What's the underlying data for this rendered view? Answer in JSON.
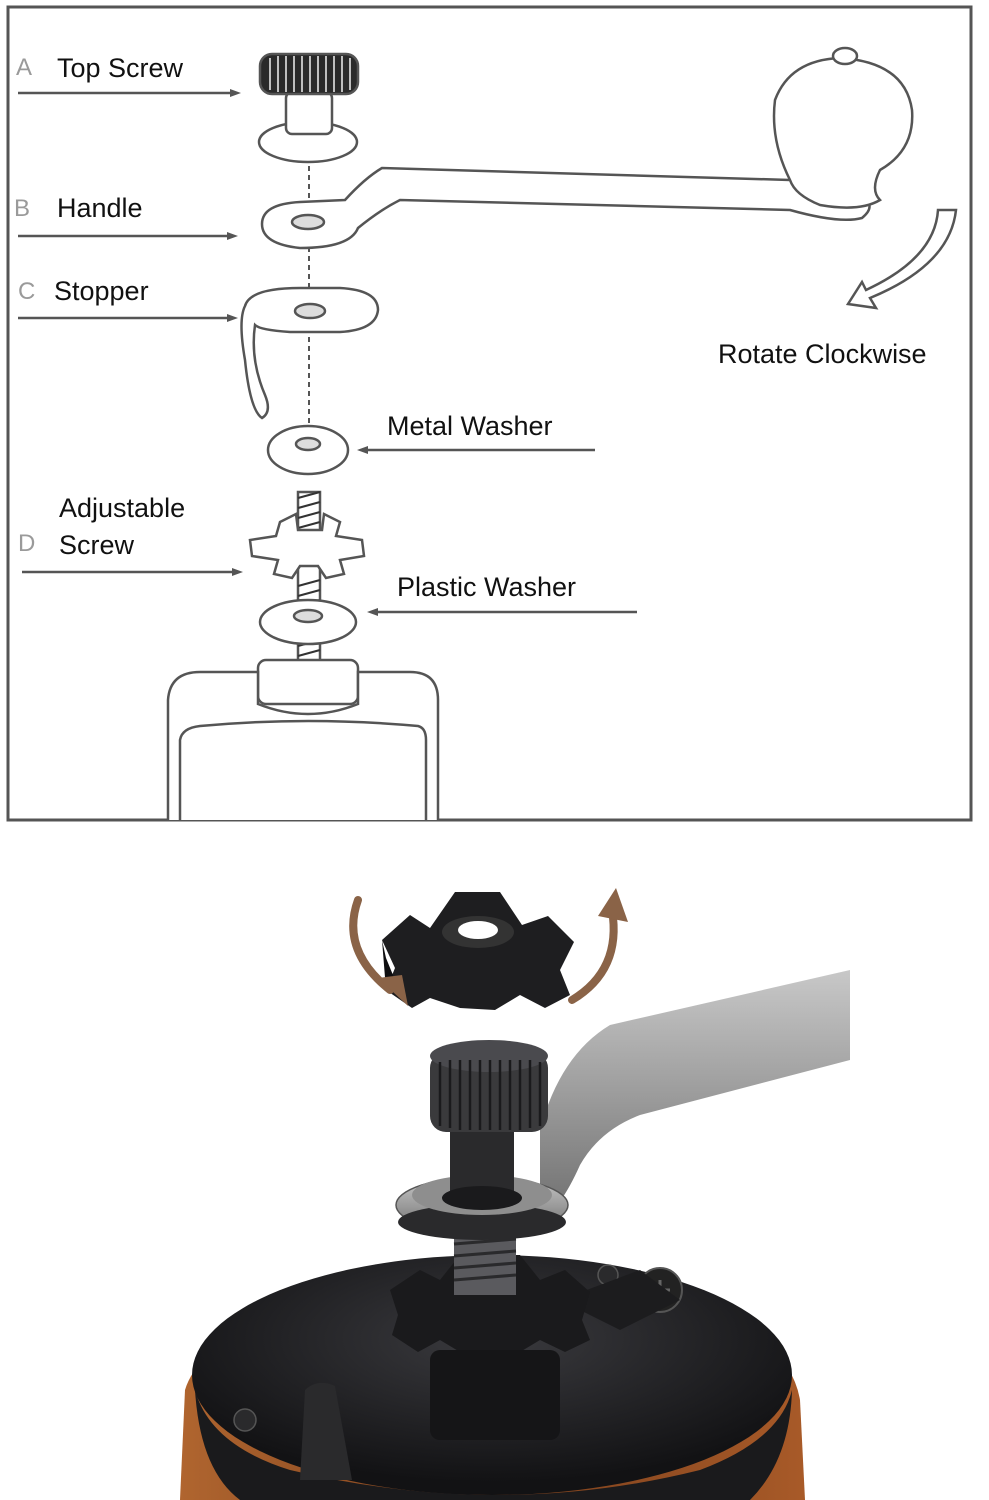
{
  "diagram": {
    "parts": [
      {
        "letter": "A",
        "label": "Top Screw"
      },
      {
        "letter": "B",
        "label": "Handle"
      },
      {
        "letter": "C",
        "label": "Stopper"
      },
      {
        "letter": "",
        "label": "Metal Washer"
      },
      {
        "letter": "D",
        "label": "Adjustable\nScrew"
      },
      {
        "letter": "",
        "label": "Plastic Washer"
      }
    ],
    "rotate_label": "Rotate Clockwise"
  },
  "photo": {
    "icons": [
      "rotate-ccw-arrow-icon",
      "rotate-cw-arrow-icon"
    ],
    "colors": {
      "arrow": "#8a6347",
      "metal": "#1c1c1e",
      "wood": "#7a3f1c",
      "steel": "#a9a9a9"
    }
  }
}
